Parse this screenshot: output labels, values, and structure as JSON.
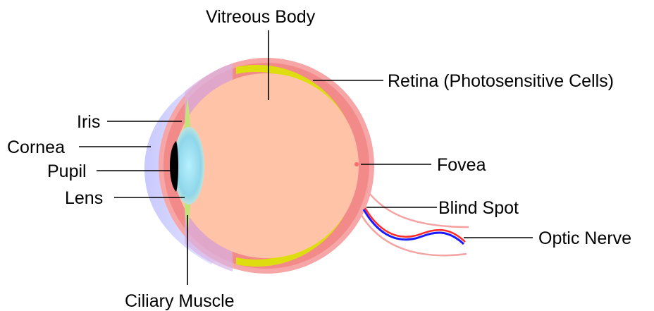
{
  "labels": {
    "vitreous_body": "Vitreous Body",
    "retina": "Retina (Photosensitive Cells)",
    "iris": "Iris",
    "cornea": "Cornea",
    "pupil": "Pupil",
    "lens": "Lens",
    "fovea": "Fovea",
    "blind_spot": "Blind Spot",
    "optic_nerve": "Optic Nerve",
    "ciliary_muscle": "Ciliary Muscle"
  },
  "colors": {
    "vitreous": "#ffc3a8",
    "sclera_outer": "#f6a6a6",
    "sclera_inner": "#f28a8a",
    "retina": "#dddd10",
    "cornea": "#ccccff",
    "iris": "#c5e27a",
    "lens": "#99ddee",
    "pupil": "#000000",
    "nerve_red": "#ff2a2a",
    "nerve_blue": "#1a1aff",
    "fovea": "#ff6a6a"
  }
}
